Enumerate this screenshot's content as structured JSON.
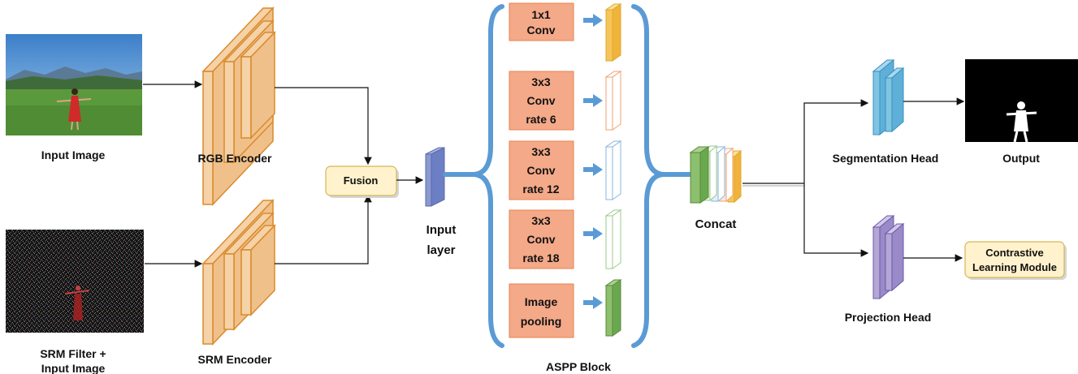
{
  "labels": {
    "input_image": "Input Image",
    "srm_input_line1": "SRM Filter +",
    "srm_input_line2": "Input Image",
    "rgb_encoder": "RGB Encoder",
    "srm_encoder": "SRM Encoder",
    "fusion": "Fusion",
    "input_layer_line1": "Input",
    "input_layer_line2": "layer",
    "aspp_block": "ASPP Block",
    "concat": "Concat",
    "segmentation_head": "Segmentation Head",
    "projection_head": "Projection Head",
    "output": "Output",
    "contrastive_line1": "Contrastive",
    "contrastive_line2": "Learning Module"
  },
  "aspp": {
    "conv1_line1": "1x1",
    "conv1_line2": "Conv",
    "conv6_line1": "3x3",
    "conv6_line2": "Conv",
    "conv6_line3": "rate 6",
    "conv12_line1": "3x3",
    "conv12_line2": "Conv",
    "conv12_line3": "rate 12",
    "conv18_line1": "3x3",
    "conv18_line2": "Conv",
    "conv18_line3": "rate 18",
    "pool_line1": "Image",
    "pool_line2": "pooling"
  },
  "colors": {
    "encoder_fill": "#f5d2a8",
    "encoder_stroke": "#d98b2b",
    "aspp_box_fill": "#f4a988",
    "aspp_box_stroke": "#e8824f",
    "bracket": "#5b9bd5",
    "fusion_fill": "#fff2cc",
    "fusion_stroke": "#d6b656",
    "seg_head": "#7fc4e0",
    "proj_head": "#b4a7d6"
  }
}
